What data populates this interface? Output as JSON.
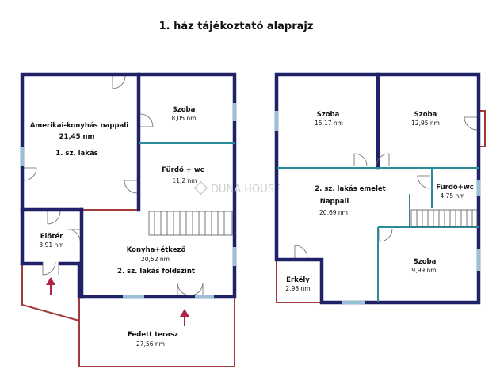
{
  "title": "1. ház tájékoztató alaprajz",
  "watermark": "DUNA HOUSE",
  "ground_floor": {
    "rooms": [
      {
        "name": "Amerikai-konyhás nappali",
        "area": "21,45 nm",
        "note": "1. sz. lakás"
      },
      {
        "name": "Szoba",
        "area": "8,05 nm"
      },
      {
        "name": "Fürdő + wc",
        "area": "11,2 nm"
      },
      {
        "name": "Előtér",
        "area": "3,91 nm"
      },
      {
        "name": "Konyha+étkező",
        "area": "20,52 nm",
        "note": "2. sz. lakás földszint"
      },
      {
        "name": "Fedett terasz",
        "area": "27,56 nm"
      }
    ]
  },
  "upper_floor": {
    "rooms": [
      {
        "name": "Szoba",
        "area": "15,17 nm"
      },
      {
        "name": "Szoba",
        "area": "12,95 nm"
      },
      {
        "name": "Nappali",
        "area": "20,69 nm",
        "note": "2. sz. lakás emelet"
      },
      {
        "name": "Fürdő+wc",
        "area": "4,75 nm"
      },
      {
        "name": "Szoba",
        "area": "9,99 nm"
      },
      {
        "name": "Erkély",
        "area": "2,98 nm"
      }
    ]
  },
  "colors": {
    "outer_wall": "#1f2266",
    "inner_wall": "#2a8c99",
    "exterior_outline": "#a33a3a",
    "window": "#9ac0d8",
    "entrance_arrow": "#b0234a"
  },
  "icons": [
    "entrance-arrow-icon",
    "door-swing-icon",
    "staircase-icon",
    "duna-house-logo-icon"
  ]
}
